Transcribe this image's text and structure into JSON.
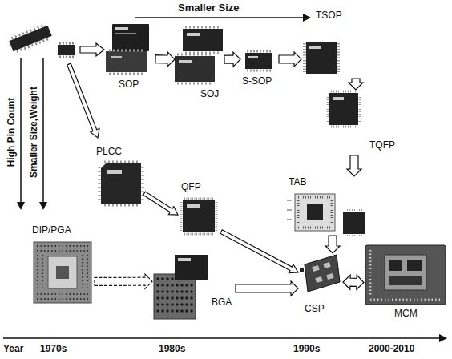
{
  "diagram": {
    "nodes": [
      {
        "text": [
          "SOP"
        ]
      },
      {
        "text": [
          "SOJ"
        ]
      },
      {
        "text": [
          "S-SOP"
        ]
      },
      {
        "text": [
          "TSOP"
        ]
      },
      {
        "text": [
          "TQFP"
        ]
      },
      {
        "text": [
          "PLCC"
        ]
      },
      {
        "text": [
          "TAB"
        ]
      },
      {
        "text": [
          "QFP"
        ]
      },
      {
        "text": [
          "DIP/PGA"
        ]
      },
      {
        "text": [
          "BGA"
        ]
      },
      {
        "text": [
          "CSP"
        ]
      },
      {
        "text": [
          "MCM"
        ]
      }
    ],
    "edges": [
      {
        "from": 0,
        "to": 1,
        "arrow": "to"
      },
      {
        "from": 1,
        "to": 2,
        "arrow": "to"
      },
      {
        "from": 2,
        "to": 3,
        "arrow": "to"
      },
      {
        "from": 3,
        "to": 4,
        "arrow": "to"
      },
      {
        "from": 4,
        "to": 6,
        "arrow": "to"
      },
      {
        "from": 6,
        "to": 10,
        "arrow": "to"
      },
      {
        "from": 5,
        "to": 7,
        "arrow": "to"
      },
      {
        "from": 7,
        "to": 10,
        "arrow": "to"
      },
      {
        "from": 8,
        "to": 9,
        "arrow": "to"
      },
      {
        "from": 9,
        "to": 10,
        "arrow": "to"
      },
      {
        "from": 10,
        "to": 11,
        "arrow": "both"
      }
    ],
    "labels": [
      "Smaller Size",
      "High Pin Count",
      "Smaller Size,Weight",
      "Year",
      "1970s",
      "1980s",
      "1990s",
      "2000-2010"
    ]
  }
}
